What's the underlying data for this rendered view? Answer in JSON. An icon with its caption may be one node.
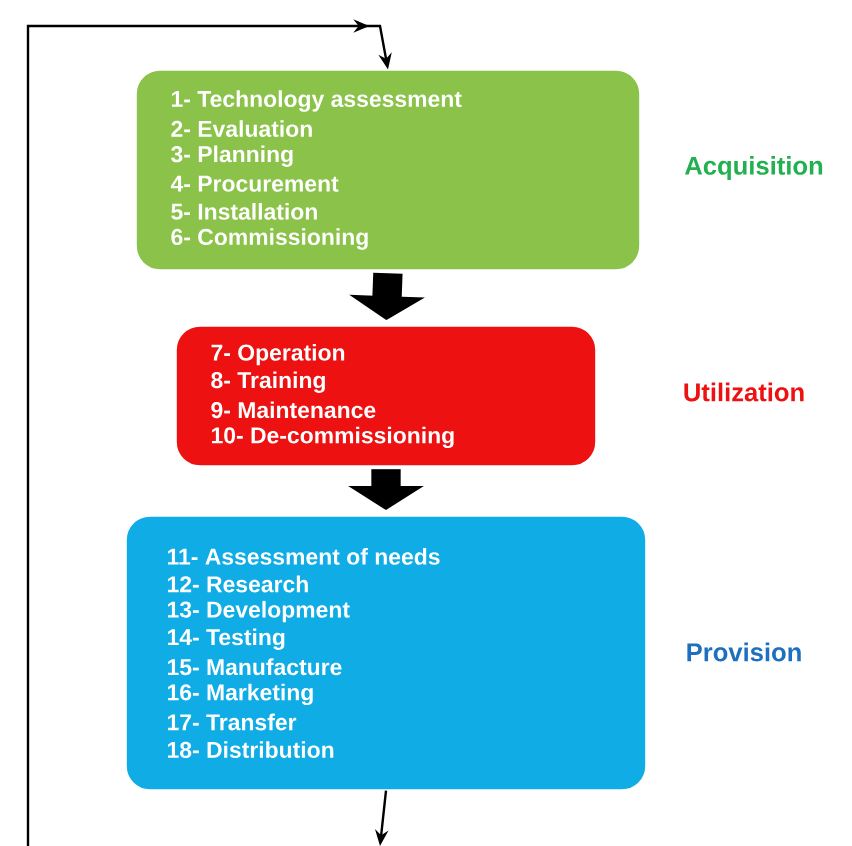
{
  "diagram": {
    "nodes": [
      {
        "text": [
          "1- Technology assessment",
          "2- Evaluation",
          "3- Planning",
          "4- Procurement",
          "5- Installation",
          "6- Commissioning"
        ],
        "beside": [
          "Acquisition"
        ]
      },
      {
        "text": [
          "7- Operation",
          "8- Training",
          "9- Maintenance",
          "10- De-commissioning"
        ],
        "beside": [
          "Utilization"
        ]
      },
      {
        "text": [
          "11- Assessment of needs",
          "12- Research",
          "13- Development",
          "14- Testing",
          "15- Manufacture",
          "16- Marketing",
          "17- Transfer",
          "18- Distribution"
        ],
        "beside": [
          "Provision"
        ]
      }
    ],
    "edges": [
      {
        "from": 0,
        "to": 1,
        "arrow": "to",
        "style": "thick"
      },
      {
        "from": 1,
        "to": 2,
        "arrow": "to",
        "style": "thick"
      },
      {
        "from": 2,
        "to": null,
        "arrow": "to"
      },
      {
        "from": null,
        "to": 0,
        "arrow": "to"
      }
    ]
  }
}
